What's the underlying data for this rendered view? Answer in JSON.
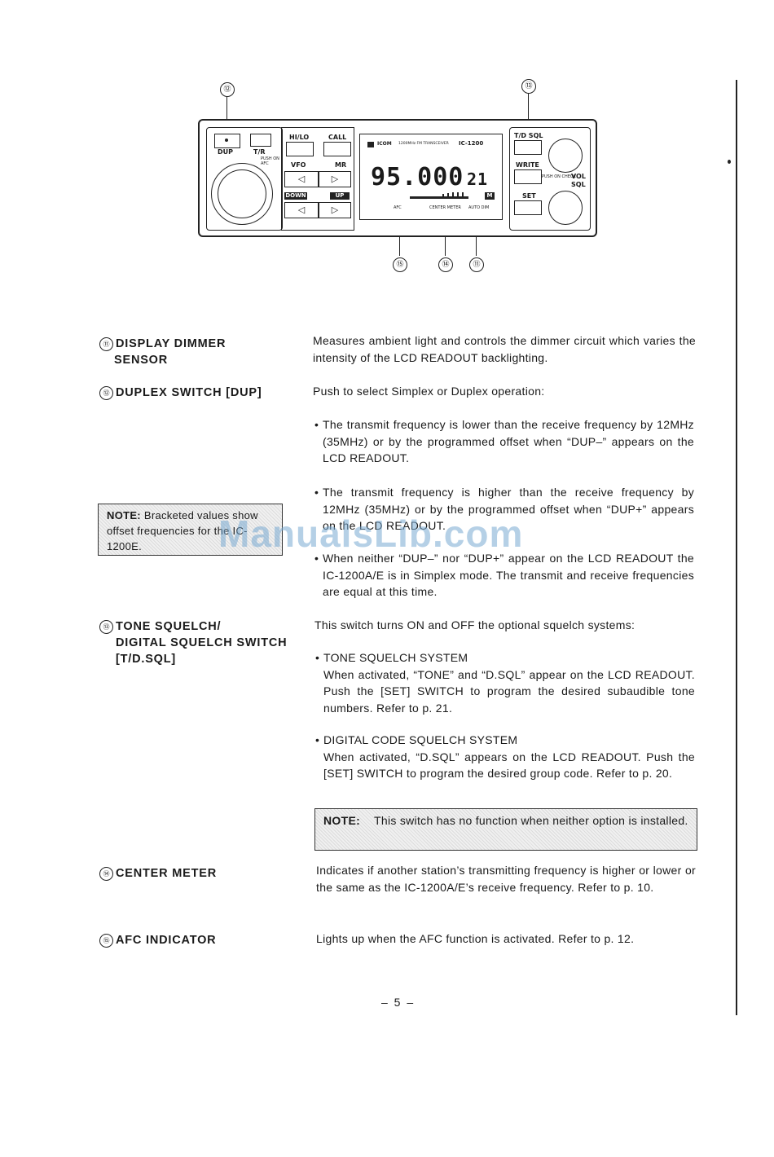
{
  "diagram": {
    "callouts": [
      "⑫",
      "⑬",
      "⑮",
      "⑭",
      "⑪"
    ],
    "panel": {
      "dup_label": "DUP",
      "tr_label": "T/R",
      "hilo_label": "HI/LO",
      "call_label": "CALL",
      "vfo_label": "VFO",
      "mr_label": "MR",
      "down_label": "DOWN",
      "up_label": "UP",
      "push_on_afc": "PUSH ON AFC",
      "lcd_brand": "ICOM",
      "lcd_model_text": "1200MHz FM TRANSCEIVER",
      "lcd_model": "IC-1200",
      "lcd_frequency": "95.000",
      "lcd_channel": "21",
      "lcd_m": "M",
      "afc_tag": "AFC",
      "center_meter_tag": "CENTER METER",
      "auto_dim_tag": "AUTO DIM",
      "tdsql_label": "T/D SQL",
      "write_label": "WRITE",
      "set_label": "SET",
      "push_on_check": "PUSH ON CHECK",
      "vol_label": "VOL",
      "sql_label": "SQL",
      "arrow_glyph_left": "◁",
      "arrow_glyph_right": "▷"
    }
  },
  "sections": [
    {
      "num": "⑪",
      "title_lines": [
        "DISPLAY DIMMER",
        "SENSOR"
      ],
      "description": "Measures ambient light and controls the dimmer circuit which varies the intensity of the LCD READOUT backlighting."
    },
    {
      "num": "⑫",
      "title_lines": [
        "DUPLEX SWITCH [DUP]"
      ],
      "description": "Push to select Simplex or Duplex operation:",
      "bullets": [
        "The transmit frequency is lower than the receive frequency by 12MHz (35MHz) or by the programmed offset when “DUP–” appears on the LCD READOUT.",
        "The transmit frequency is higher than the receive frequency by 12MHz (35MHz) or by the programmed offset when “DUP+” appears on the LCD READOUT.",
        "When neither “DUP–” nor “DUP+” appear on the LCD READOUT the IC-1200A/E is in Simplex mode. The transmit and receive frequencies are equal at this time."
      ],
      "note_label": "NOTE:",
      "note_text": "Bracketed values show offset frequencies for the IC-1200E."
    },
    {
      "num": "⑬",
      "title_lines": [
        "TONE SQUELCH/",
        "DIGITAL SQUELCH SWITCH",
        "[T/D.SQL]"
      ],
      "description": "This switch turns ON and OFF the optional squelch systems:",
      "sub1_title": "TONE SQUELCH SYSTEM",
      "sub1_text": "When activated, “TONE” and “D.SQL” appear on the LCD READOUT. Push the [SET] SWITCH to program the desired subaudible tone numbers. Refer to p. 21.",
      "sub2_title": "DIGITAL CODE SQUELCH SYSTEM",
      "sub2_text": "When activated, “D.SQL” appears on the LCD READOUT. Push the [SET] SWITCH to program the desired group code. Refer to p. 20.",
      "note_label": "NOTE:",
      "note_text": "This switch has no function when neither option is installed."
    },
    {
      "num": "⑭",
      "title_lines": [
        "CENTER METER"
      ],
      "description": "Indicates if another station’s transmitting frequency is higher or lower or the same as the IC-1200A/E’s receive frequency. Refer to p. 10."
    },
    {
      "num": "⑮",
      "title_lines": [
        "AFC INDICATOR"
      ],
      "description": "Lights up when the AFC function is activated. Refer to p. 12."
    }
  ],
  "watermark": "ManualsLib.com",
  "page_number": "– 5 –"
}
